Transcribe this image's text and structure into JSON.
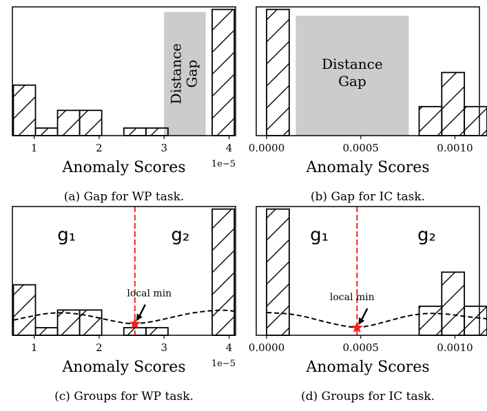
{
  "chart_data": [
    {
      "type": "bar",
      "xlabel": "Anomaly Scores",
      "xlim": [
        6.65e-06,
        4.1e-05
      ],
      "xticks": [
        1e-05,
        2e-05,
        3e-05,
        4e-05
      ],
      "xtick_labels": [
        "1",
        "2",
        "3",
        "4"
      ],
      "offset_label": "1e−5",
      "ylim": [
        0,
        10.2
      ],
      "bins": [
        {
          "x0": 6.8e-06,
          "x1": 1.02e-05,
          "count": 4
        },
        {
          "x0": 1.02e-05,
          "x1": 1.36e-05,
          "count": 0.6
        },
        {
          "x0": 1.36e-05,
          "x1": 1.7e-05,
          "count": 2
        },
        {
          "x0": 1.7e-05,
          "x1": 2.04e-05,
          "count": 2
        },
        {
          "x0": 2.38e-05,
          "x1": 2.72e-05,
          "count": 0.6
        },
        {
          "x0": 2.72e-05,
          "x1": 3.06e-05,
          "count": 0.6
        },
        {
          "x0": 3.74e-05,
          "x1": 4.08e-05,
          "count": 10
        }
      ],
      "gap_band": {
        "x0": 3e-05,
        "x1": 3.64e-05,
        "y1": 9.8,
        "label": [
          "Distance",
          "Gap"
        ],
        "rotated": true
      },
      "caption": "(a) Gap for WP task."
    },
    {
      "type": "bar",
      "xlabel": "Anomaly Scores",
      "xlim": [
        -5.5e-05,
        0.00113
      ],
      "xticks": [
        0.0,
        0.0005,
        0.001
      ],
      "xtick_labels": [
        "0.0000",
        "0.0005",
        "0.0010"
      ],
      "ylim": [
        0,
        10.2
      ],
      "bins": [
        {
          "x0": 0.0,
          "x1": 0.00012,
          "count": 10
        },
        {
          "x0": 0.00081,
          "x1": 0.00093,
          "count": 2.3
        },
        {
          "x0": 0.00093,
          "x1": 0.00105,
          "count": 5
        },
        {
          "x0": 0.00105,
          "x1": 0.00117,
          "count": 2.3
        }
      ],
      "gap_band": {
        "x0": 0.000155,
        "x1": 0.000755,
        "y1": 9.5,
        "label": [
          "Distance",
          "Gap"
        ],
        "rotated": false
      },
      "caption": "(b) Gap for IC task."
    },
    {
      "type": "bar",
      "xlabel": "Anomaly Scores",
      "xlim": [
        6.65e-06,
        4.1e-05
      ],
      "xticks": [
        1e-05,
        2e-05,
        3e-05,
        4e-05
      ],
      "xtick_labels": [
        "1",
        "2",
        "3",
        "4"
      ],
      "offset_label": "1e−5",
      "ylim": [
        0,
        10.2
      ],
      "bins": [
        {
          "x0": 6.8e-06,
          "x1": 1.02e-05,
          "count": 4
        },
        {
          "x0": 1.02e-05,
          "x1": 1.36e-05,
          "count": 0.6
        },
        {
          "x0": 1.36e-05,
          "x1": 1.7e-05,
          "count": 2
        },
        {
          "x0": 1.7e-05,
          "x1": 2.04e-05,
          "count": 2
        },
        {
          "x0": 2.38e-05,
          "x1": 2.72e-05,
          "count": 0.6
        },
        {
          "x0": 2.72e-05,
          "x1": 3.06e-05,
          "count": 0.6
        },
        {
          "x0": 3.74e-05,
          "x1": 4.08e-05,
          "count": 10
        }
      ],
      "density_curve": [
        [
          6.8e-06,
          1.2
        ],
        [
          9e-06,
          1.45
        ],
        [
          1.2e-05,
          1.75
        ],
        [
          1.5e-05,
          1.8
        ],
        [
          1.8e-05,
          1.6
        ],
        [
          2.1e-05,
          1.25
        ],
        [
          2.4e-05,
          0.95
        ],
        [
          2.55e-05,
          0.9
        ],
        [
          2.8e-05,
          1.05
        ],
        [
          3.1e-05,
          1.4
        ],
        [
          3.4e-05,
          1.75
        ],
        [
          3.7e-05,
          1.95
        ],
        [
          3.95e-05,
          2.0
        ],
        [
          4.08e-05,
          1.9
        ]
      ],
      "threshold_x": 2.55e-05,
      "local_min": {
        "x": 2.55e-05,
        "y": 0.9
      },
      "annotation": "local min",
      "group_labels": [
        {
          "text": "g₁",
          "x": 1.5e-05,
          "y": 7.5
        },
        {
          "text": "g₂",
          "x": 3.25e-05,
          "y": 7.5
        }
      ],
      "caption": "(c) Groups for WP task."
    },
    {
      "type": "bar",
      "xlabel": "Anomaly Scores",
      "xlim": [
        -5.5e-05,
        0.00113
      ],
      "xticks": [
        0.0,
        0.0005,
        0.001
      ],
      "xtick_labels": [
        "0.0000",
        "0.0005",
        "0.0010"
      ],
      "ylim": [
        0,
        10.2
      ],
      "bins": [
        {
          "x0": 0.0,
          "x1": 0.00012,
          "count": 10
        },
        {
          "x0": 0.00081,
          "x1": 0.00093,
          "count": 2.3
        },
        {
          "x0": 0.00093,
          "x1": 0.00105,
          "count": 5
        },
        {
          "x0": 0.00105,
          "x1": 0.00117,
          "count": 2.3
        }
      ],
      "density_curve": [
        [
          0.0,
          1.8
        ],
        [
          0.0001,
          1.75
        ],
        [
          0.0002,
          1.5
        ],
        [
          0.0003,
          1.1
        ],
        [
          0.0004,
          0.75
        ],
        [
          0.00048,
          0.6
        ],
        [
          0.00055,
          0.75
        ],
        [
          0.00065,
          1.15
        ],
        [
          0.00075,
          1.55
        ],
        [
          0.00085,
          1.75
        ],
        [
          0.00095,
          1.7
        ],
        [
          0.00105,
          1.5
        ],
        [
          0.00117,
          1.3
        ]
      ],
      "threshold_x": 0.00048,
      "local_min": {
        "x": 0.00048,
        "y": 0.6
      },
      "annotation": "local min",
      "group_labels": [
        {
          "text": "g₁",
          "x": 0.00028,
          "y": 7.5
        },
        {
          "text": "g₂",
          "x": 0.00085,
          "y": 7.5
        }
      ],
      "caption": "(d) Groups for IC task."
    }
  ],
  "colors": {
    "gap_band": "#cccccc",
    "threshold": "#ee2222",
    "star": "#ee2222",
    "bar_edge": "#000000"
  }
}
